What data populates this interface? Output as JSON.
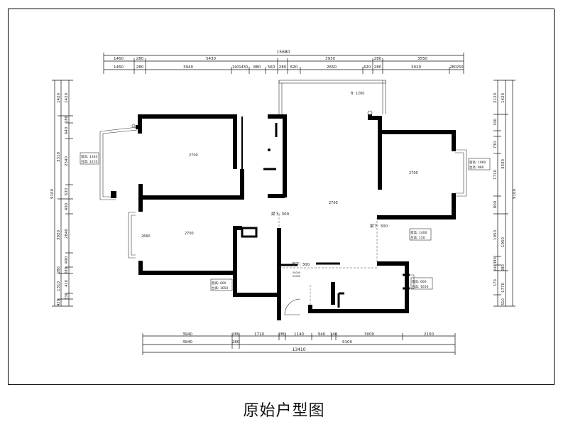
{
  "caption": "原始户型图",
  "dims_top_total": "15680",
  "dims_top_row1": [
    "1460",
    "280",
    "5430",
    "3930",
    "280",
    "3550"
  ],
  "dims_top_row2": [
    "1460",
    "280",
    "3940",
    "1401430",
    "880",
    "560",
    "280",
    "620",
    "2650",
    "420",
    "280",
    "3020",
    "280250"
  ],
  "dims_bottom_row1": [
    "3940",
    "280",
    "1710",
    "280",
    "1140",
    "940",
    "140",
    "3000",
    "2100"
  ],
  "dims_bottom_row2": [
    "3940",
    "280",
    "9100"
  ],
  "dims_bottom_total": "13410",
  "dims_left_outer": "9100",
  "dims_left_row1": [
    "1420",
    "3310",
    "3920",
    "280",
    "1310",
    "420"
  ],
  "dims_left_row2": [
    "1420",
    "280",
    "640",
    "2540",
    "630",
    "490",
    "2840",
    "490",
    "280",
    "410",
    "330"
  ],
  "dims_right_outer": "9100",
  "dims_right_row1": [
    "1420",
    "3330",
    "1950",
    "280",
    "1770",
    "510"
  ],
  "dims_right_row2": [
    "2120",
    "100",
    "730",
    "1710",
    "800",
    "1950",
    "380",
    "240",
    "170"
  ],
  "room_heights": [
    "2700",
    "2700",
    "2700",
    "2700"
  ],
  "beam_drops": [
    "梁下: 300",
    "梁下: 300",
    "梁下: 300"
  ],
  "beam_mark": "B: 1200",
  "height_2660": "2660",
  "window_left": [
    "窗高: 1340",
    "台高: 1210"
  ],
  "window_right": [
    "窗高: 1960",
    "台高: 880"
  ],
  "window_mid_right": [
    "窗高: 1400",
    "台高: 150"
  ],
  "window_bottom_left": [
    "窗高: 600",
    "台高: 1650"
  ],
  "window_bottom_right": [
    "窗高: 600",
    "台高: 1650"
  ],
  "tiny_note": [
    "00000",
    "00000"
  ]
}
